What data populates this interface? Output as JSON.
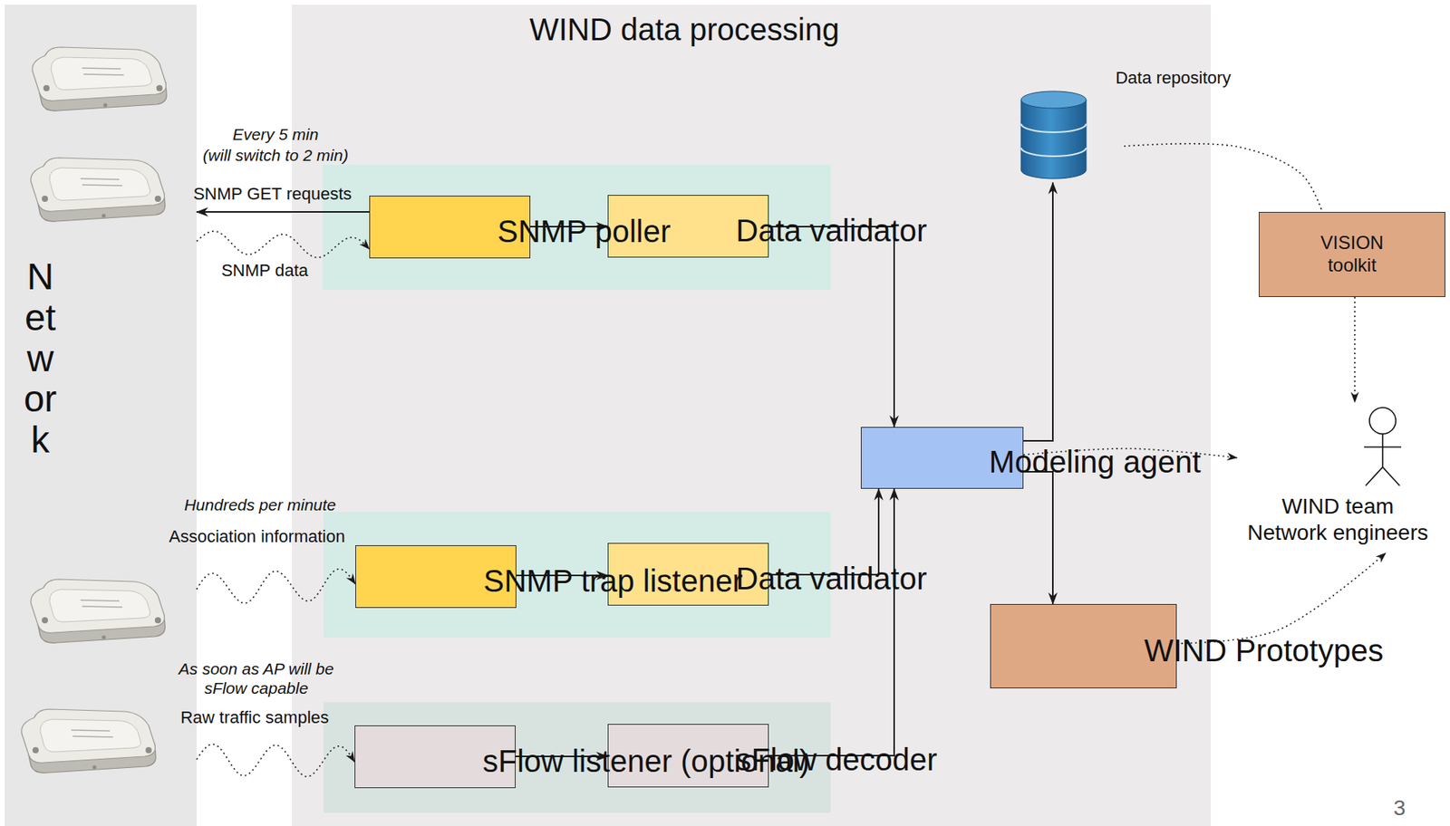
{
  "diagram": {
    "nodes": [
      {
        "text": [
          "Network"
        ]
      },
      {
        "text": [
          "WIND data processing"
        ]
      },
      {
        "text": [
          "SNMP poller"
        ],
        "in": 1
      },
      {
        "text": [
          "Data validator"
        ],
        "in": 1
      },
      {
        "text": [
          "SNMP trap listener"
        ],
        "in": 1
      },
      {
        "text": [
          "Data validator"
        ],
        "in": 1
      },
      {
        "text": [
          "sFlow listener (optional)"
        ],
        "in": 1
      },
      {
        "text": [
          "sFlow decoder"
        ],
        "in": 1
      },
      {
        "text": [
          "Modeling agent"
        ],
        "in": 1
      },
      {
        "text": [
          "Data repository"
        ],
        "in": 1
      },
      {
        "text": [
          "VISION toolkit"
        ]
      },
      {
        "text": [
          "WIND Prototypes"
        ],
        "in": 1
      },
      {
        "text": [
          "WIND team Network engineers"
        ]
      }
    ],
    "edges": [
      {
        "from": 2,
        "to": 0,
        "label": "SNMP GET requests",
        "arrow": "to"
      },
      {
        "from": 0,
        "to": 2,
        "label": "SNMP data",
        "arrow": "to"
      },
      {
        "from": 2,
        "to": 3,
        "arrow": "to"
      },
      {
        "from": 3,
        "to": 8,
        "arrow": "to"
      },
      {
        "from": 0,
        "to": 4,
        "label": "Association information",
        "arrow": "to"
      },
      {
        "from": 4,
        "to": 5,
        "arrow": "to"
      },
      {
        "from": 5,
        "to": 8,
        "arrow": "to"
      },
      {
        "from": 0,
        "to": 6,
        "label": "Raw traffic samples",
        "arrow": "to"
      },
      {
        "from": 6,
        "to": 7,
        "arrow": "to"
      },
      {
        "from": 7,
        "to": 8,
        "arrow": "to"
      },
      {
        "from": 8,
        "to": 9,
        "arrow": "to"
      },
      {
        "from": 8,
        "to": 11,
        "arrow": "to"
      },
      {
        "from": 9,
        "to": 10,
        "arrow": "none"
      },
      {
        "from": 10,
        "to": 12,
        "arrow": "to"
      },
      {
        "from": 8,
        "to": 12,
        "arrow": "to"
      },
      {
        "from": 11,
        "to": 12,
        "arrow": "to"
      }
    ],
    "labels": [
      "Every 5 min",
      "(will switch to 2 min)",
      "Hundreds per minute",
      "As soon as AP will be sFlow capable",
      "3"
    ]
  }
}
